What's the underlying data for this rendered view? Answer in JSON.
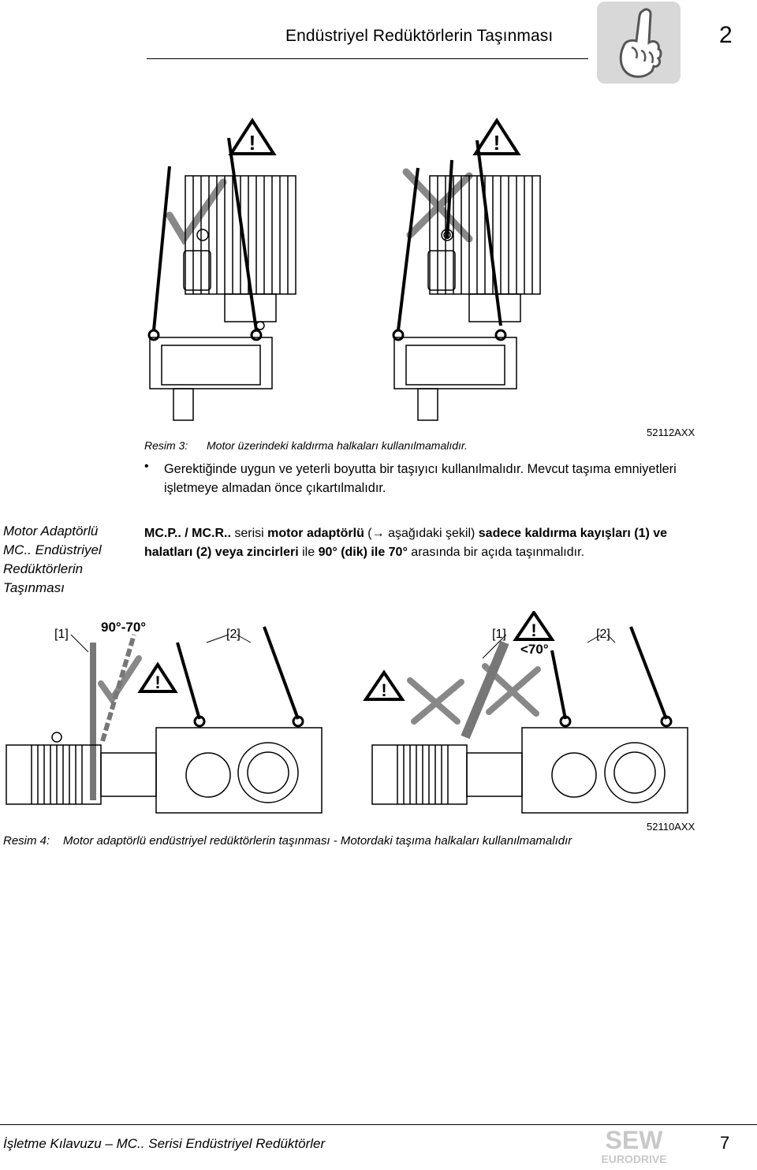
{
  "header": {
    "title": "Endüstriyel Redüktörlerin Taşınması",
    "chapter_number": "2",
    "icon": "pointing-hand-icon"
  },
  "figure3": {
    "label": "Resim 3:",
    "caption": "Motor üzerindeki kaldırma halkaları kullanılmamalıdır.",
    "code": "52112AXX",
    "icons": [
      "warning-icon",
      "check-icon",
      "cross-icon"
    ]
  },
  "bullet": {
    "symbol": "•",
    "text": "Gerektiğinde uygun ve yeterli boyutta bir taşıyıcı kullanılmalıdır. Mevcut taşıma emniyetleri işletmeye almadan önce çıkartılmalıdır."
  },
  "section": {
    "side_title_lines": [
      "Motor Adaptörlü",
      "MC.. Endüstriyel",
      "Redüktörlerin",
      "Taşınması"
    ],
    "p1": "MC.P.. / MC.R..",
    "p2": " serisi ",
    "p3": "motor adaptörlü",
    "p4": " (→ aşağıdaki şekil) ",
    "p5": "sadece kaldırma kayışları (1) ve halatları (2) veya zincirleri",
    "p6": " ile ",
    "p7": "90° (dik) ile 70°",
    "p8": " arasında bir açıda taşınmalıdır."
  },
  "figure4": {
    "left_label1": "[1]",
    "left_angle": "90°-70°",
    "left_label2": "[2]",
    "right_label1": "[1]",
    "right_angle": "<70°",
    "right_label2": "[2]",
    "label": "Resim 4:",
    "caption": "Motor adaptörlü endüstriyel redüktörlerin taşınması - Motordaki taşıma halkaları kullanılmamalıdır",
    "code": "52110AXX"
  },
  "footer": {
    "text": "İşletme Kılavuzu – MC.. Serisi Endüstriyel Redüktörler",
    "page_number": "7",
    "logo_text_top": "SEW",
    "logo_text_bottom": "EURODRIVE"
  }
}
